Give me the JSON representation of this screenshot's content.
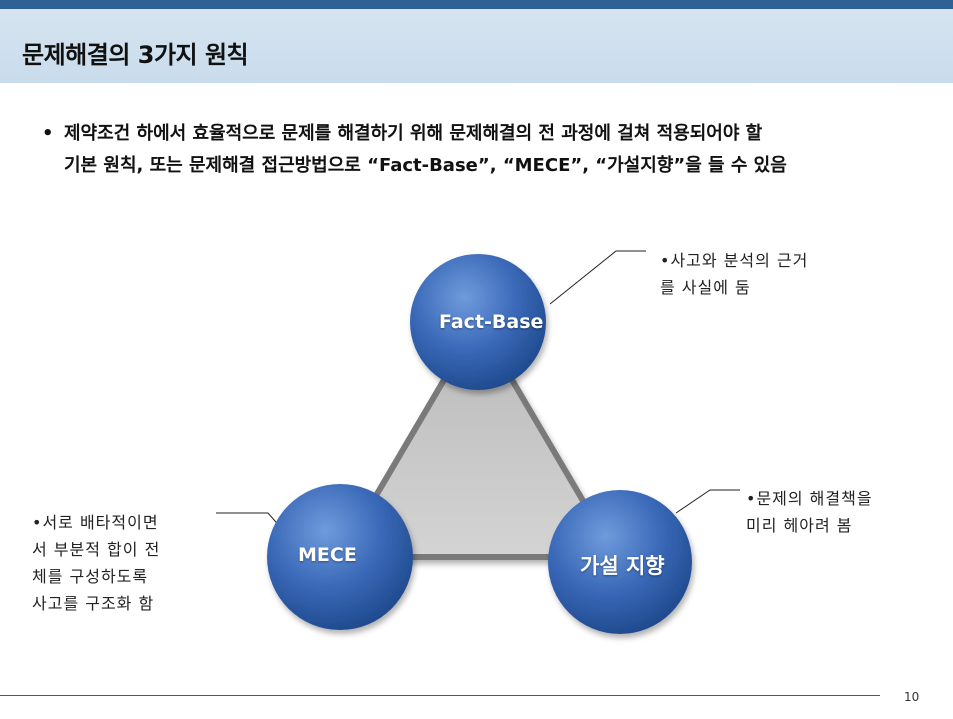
{
  "slide": {
    "title": "문제해결의 3가지 원칙",
    "intro_bullet": "•",
    "intro_line1": "제약조건 하에서 효율적으로 문제를 해결하기 위해 문제해결의 전 과정에 걸쳐 적용되어야 할",
    "intro_line2": "기본 원칙, 또는 문제해결 접근방법으로  “Fact-Base”, “MECE”, “가설지향”을 들 수 있음",
    "page_number": "10"
  },
  "principles": {
    "fact_base": {
      "label": "Fact-Base",
      "note_line1": "•사고와 분석의 근거",
      "note_line2": " 를 사실에 둠"
    },
    "mece": {
      "label": "MECE",
      "note_line1": "•서로 배타적이면",
      "note_line2": " 서 부분적 합이 전",
      "note_line3": " 체를 구성하도록",
      "note_line4": " 사고를 구조화 함"
    },
    "hypothesis": {
      "label": "가설 지향",
      "note_line1": "•문제의 해결책을",
      "note_line2": " 미리 헤아려 봄"
    }
  },
  "colors": {
    "header_band": "#2f6294",
    "title_bar": "#c9dcec",
    "circle_fill": "#3766b4",
    "triangle_fill": "#c8c8c8"
  }
}
